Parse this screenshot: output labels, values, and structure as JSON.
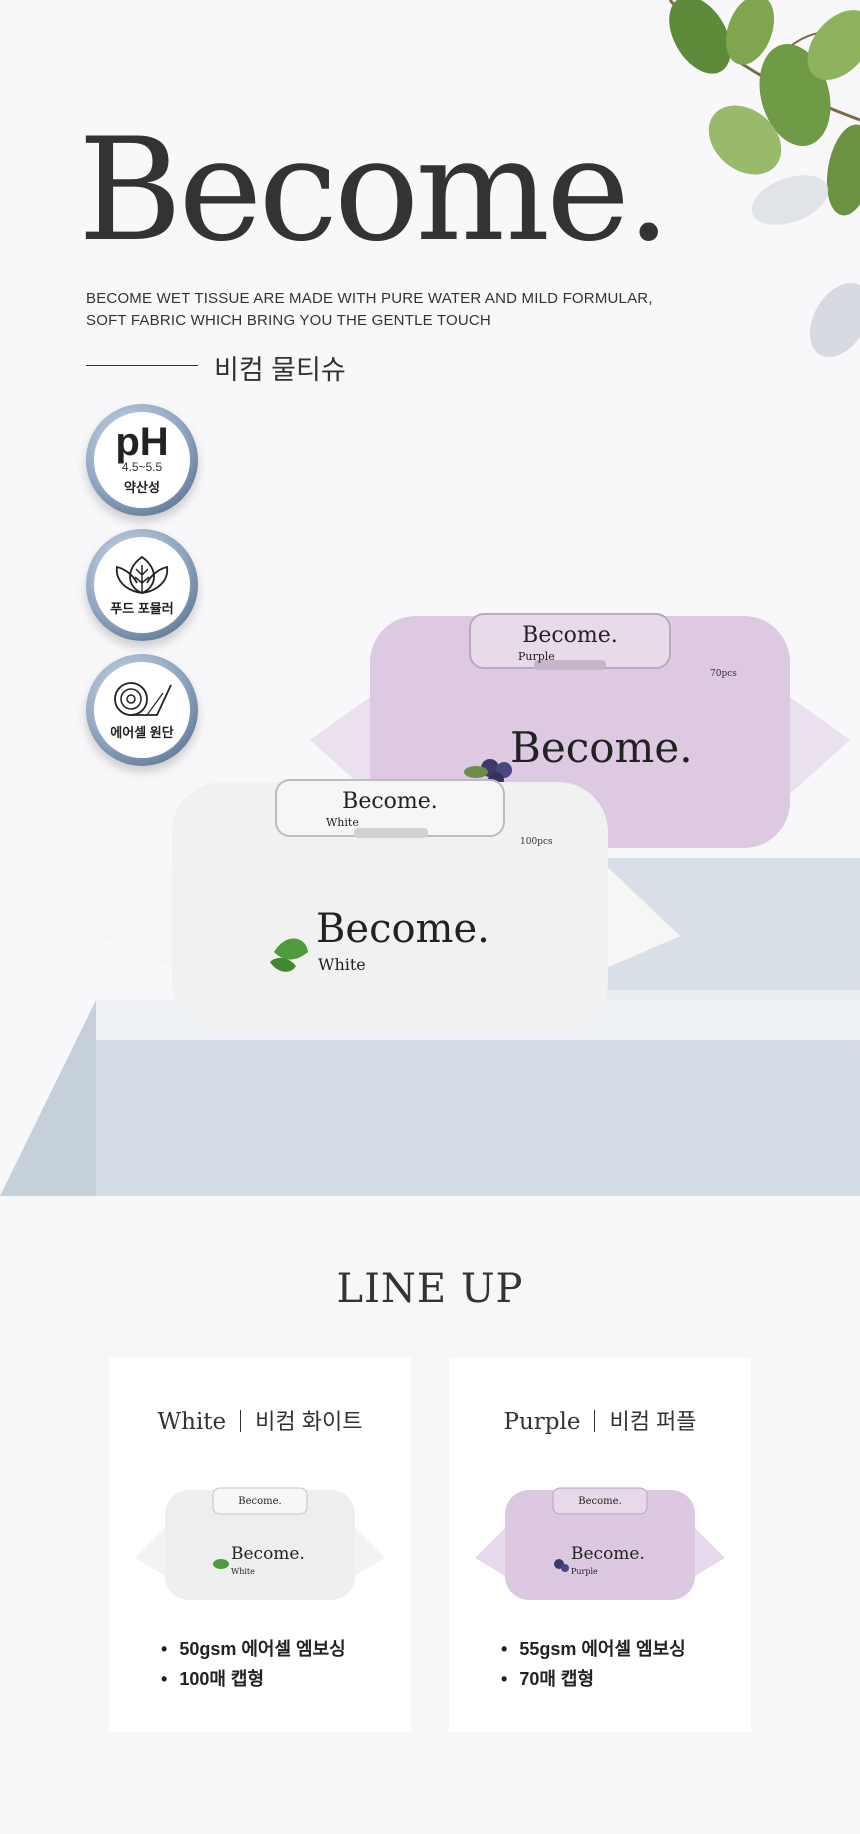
{
  "hero": {
    "brand": "Become.",
    "tagline_line1": "BECOME WET TISSUE ARE MADE WITH PURE WATER AND MILD FORMULAR,",
    "tagline_line2": "SOFT FABRIC WHICH BRING YOU THE GENTLE TOUCH",
    "product_name_kr": "비컴 물티슈"
  },
  "badges": [
    {
      "title": "pH",
      "sub": "4.5~5.5",
      "label": "약산성",
      "icon": "ph-icon"
    },
    {
      "label": "푸드 포뮬러",
      "icon": "leaf-icon"
    },
    {
      "label": "에어셀 원단",
      "icon": "fabric-roll-icon"
    }
  ],
  "packs": {
    "purple": {
      "brand": "Become.",
      "variant": "Purple",
      "count": "70pcs",
      "color": "#ddc9e2"
    },
    "white": {
      "brand": "Become.",
      "variant": "White",
      "count": "100pcs",
      "color": "#f1f1f1"
    }
  },
  "lineup": {
    "title": "LINE UP",
    "cards": [
      {
        "en": "White",
        "kr": "비컴 화이트",
        "specs": [
          "50gsm 에어셀 엠보싱",
          "100매 캡형"
        ]
      },
      {
        "en": "Purple",
        "kr": "비컴 퍼플",
        "specs": [
          "55gsm 에어셀 엠보싱",
          "70매 캡형"
        ]
      }
    ]
  }
}
